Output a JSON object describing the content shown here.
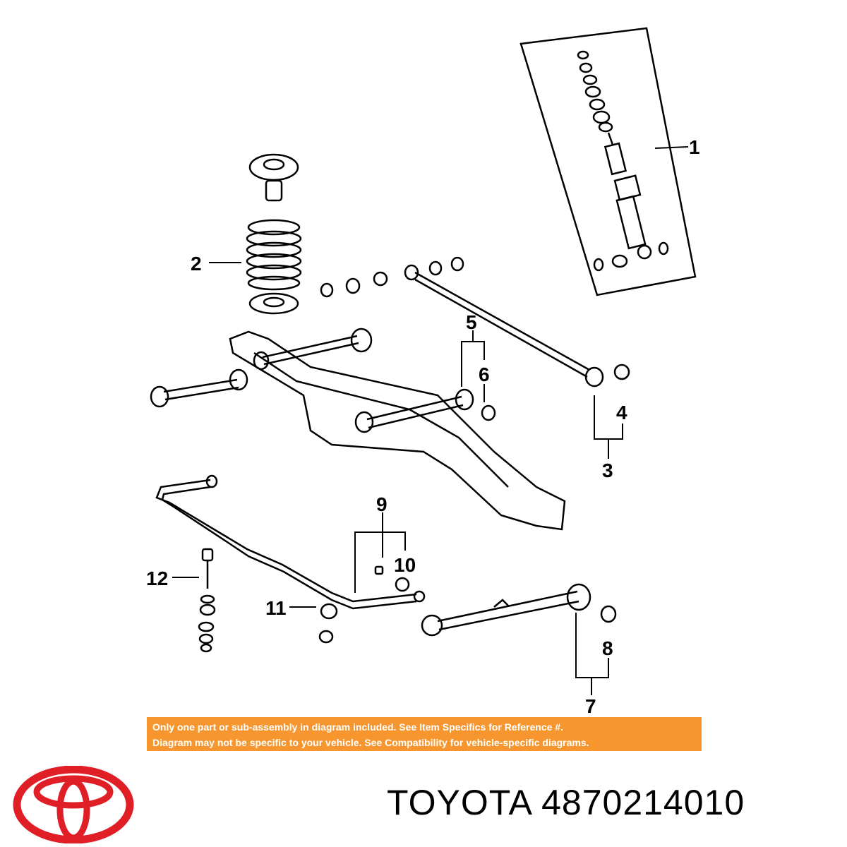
{
  "diagram": {
    "callouts": [
      "1",
      "2",
      "3",
      "4",
      "5",
      "6",
      "7",
      "8",
      "9",
      "10",
      "11",
      "12"
    ]
  },
  "disclaimer": {
    "line1": "Only one part or sub-assembly in diagram included. See Item Specifics for Reference #.",
    "line2": "Diagram may not be specific to your vehicle. See Compatibility for vehicle-specific diagrams.",
    "background_color": "#f7962e",
    "text_color": "#ffffff"
  },
  "brand": {
    "logo_icon": "toyota-logo-icon",
    "logo_color": "#e01e26"
  },
  "part_title": "TOYOTA 4870214010"
}
